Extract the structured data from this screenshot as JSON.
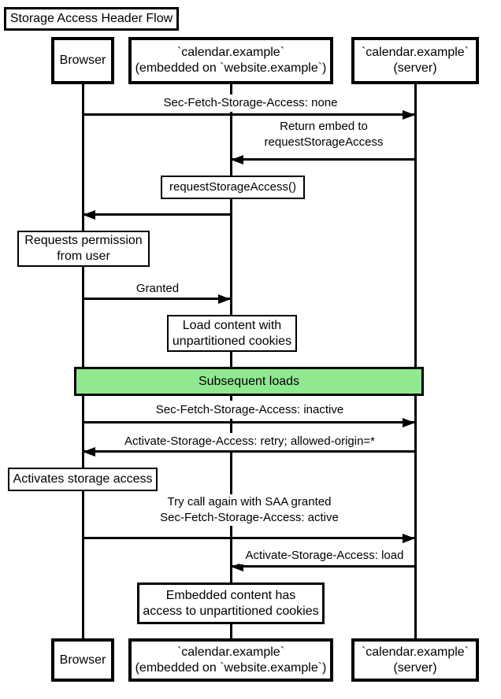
{
  "diagram": {
    "title": "Storage Access Header Flow",
    "band_label": "Subsequent loads",
    "participants": {
      "browser": {
        "label": "Browser"
      },
      "embed": {
        "line1": "`calendar.example`",
        "line2": "(embedded on `website.example`)"
      },
      "server": {
        "line1": "`calendar.example`",
        "line2": "(server)"
      }
    },
    "messages": {
      "m1": {
        "label": "Sec-Fetch-Storage-Access: none"
      },
      "m2": {
        "line1": "Return embed to",
        "line2": "requestStorageAccess"
      },
      "m3": {
        "label": "requestStorageAccess()"
      },
      "m4": {
        "label": "Granted"
      },
      "m5": {
        "label": "Sec-Fetch-Storage-Access: inactive"
      },
      "m6": {
        "label": "Activate-Storage-Access: retry; allowed-origin=*"
      },
      "m7": {
        "line1": "Try call again with SAA granted",
        "line2": "Sec-Fetch-Storage-Access: active"
      },
      "m8": {
        "label": "Activate-Storage-Access: load"
      }
    },
    "notes": {
      "n1": {
        "line1": "Requests permission",
        "line2": "from user"
      },
      "n2": {
        "line1": "Load content with",
        "line2": "unpartitioned cookies"
      },
      "n3": {
        "label": "Activates storage access"
      },
      "n4": {
        "line1": "Embedded content has",
        "line2": "access to unpartitioned cookies"
      }
    },
    "colors": {
      "line": "#000000",
      "box_fill": "#ffffff",
      "band_fill": "#90e890",
      "text": "#000000"
    }
  }
}
